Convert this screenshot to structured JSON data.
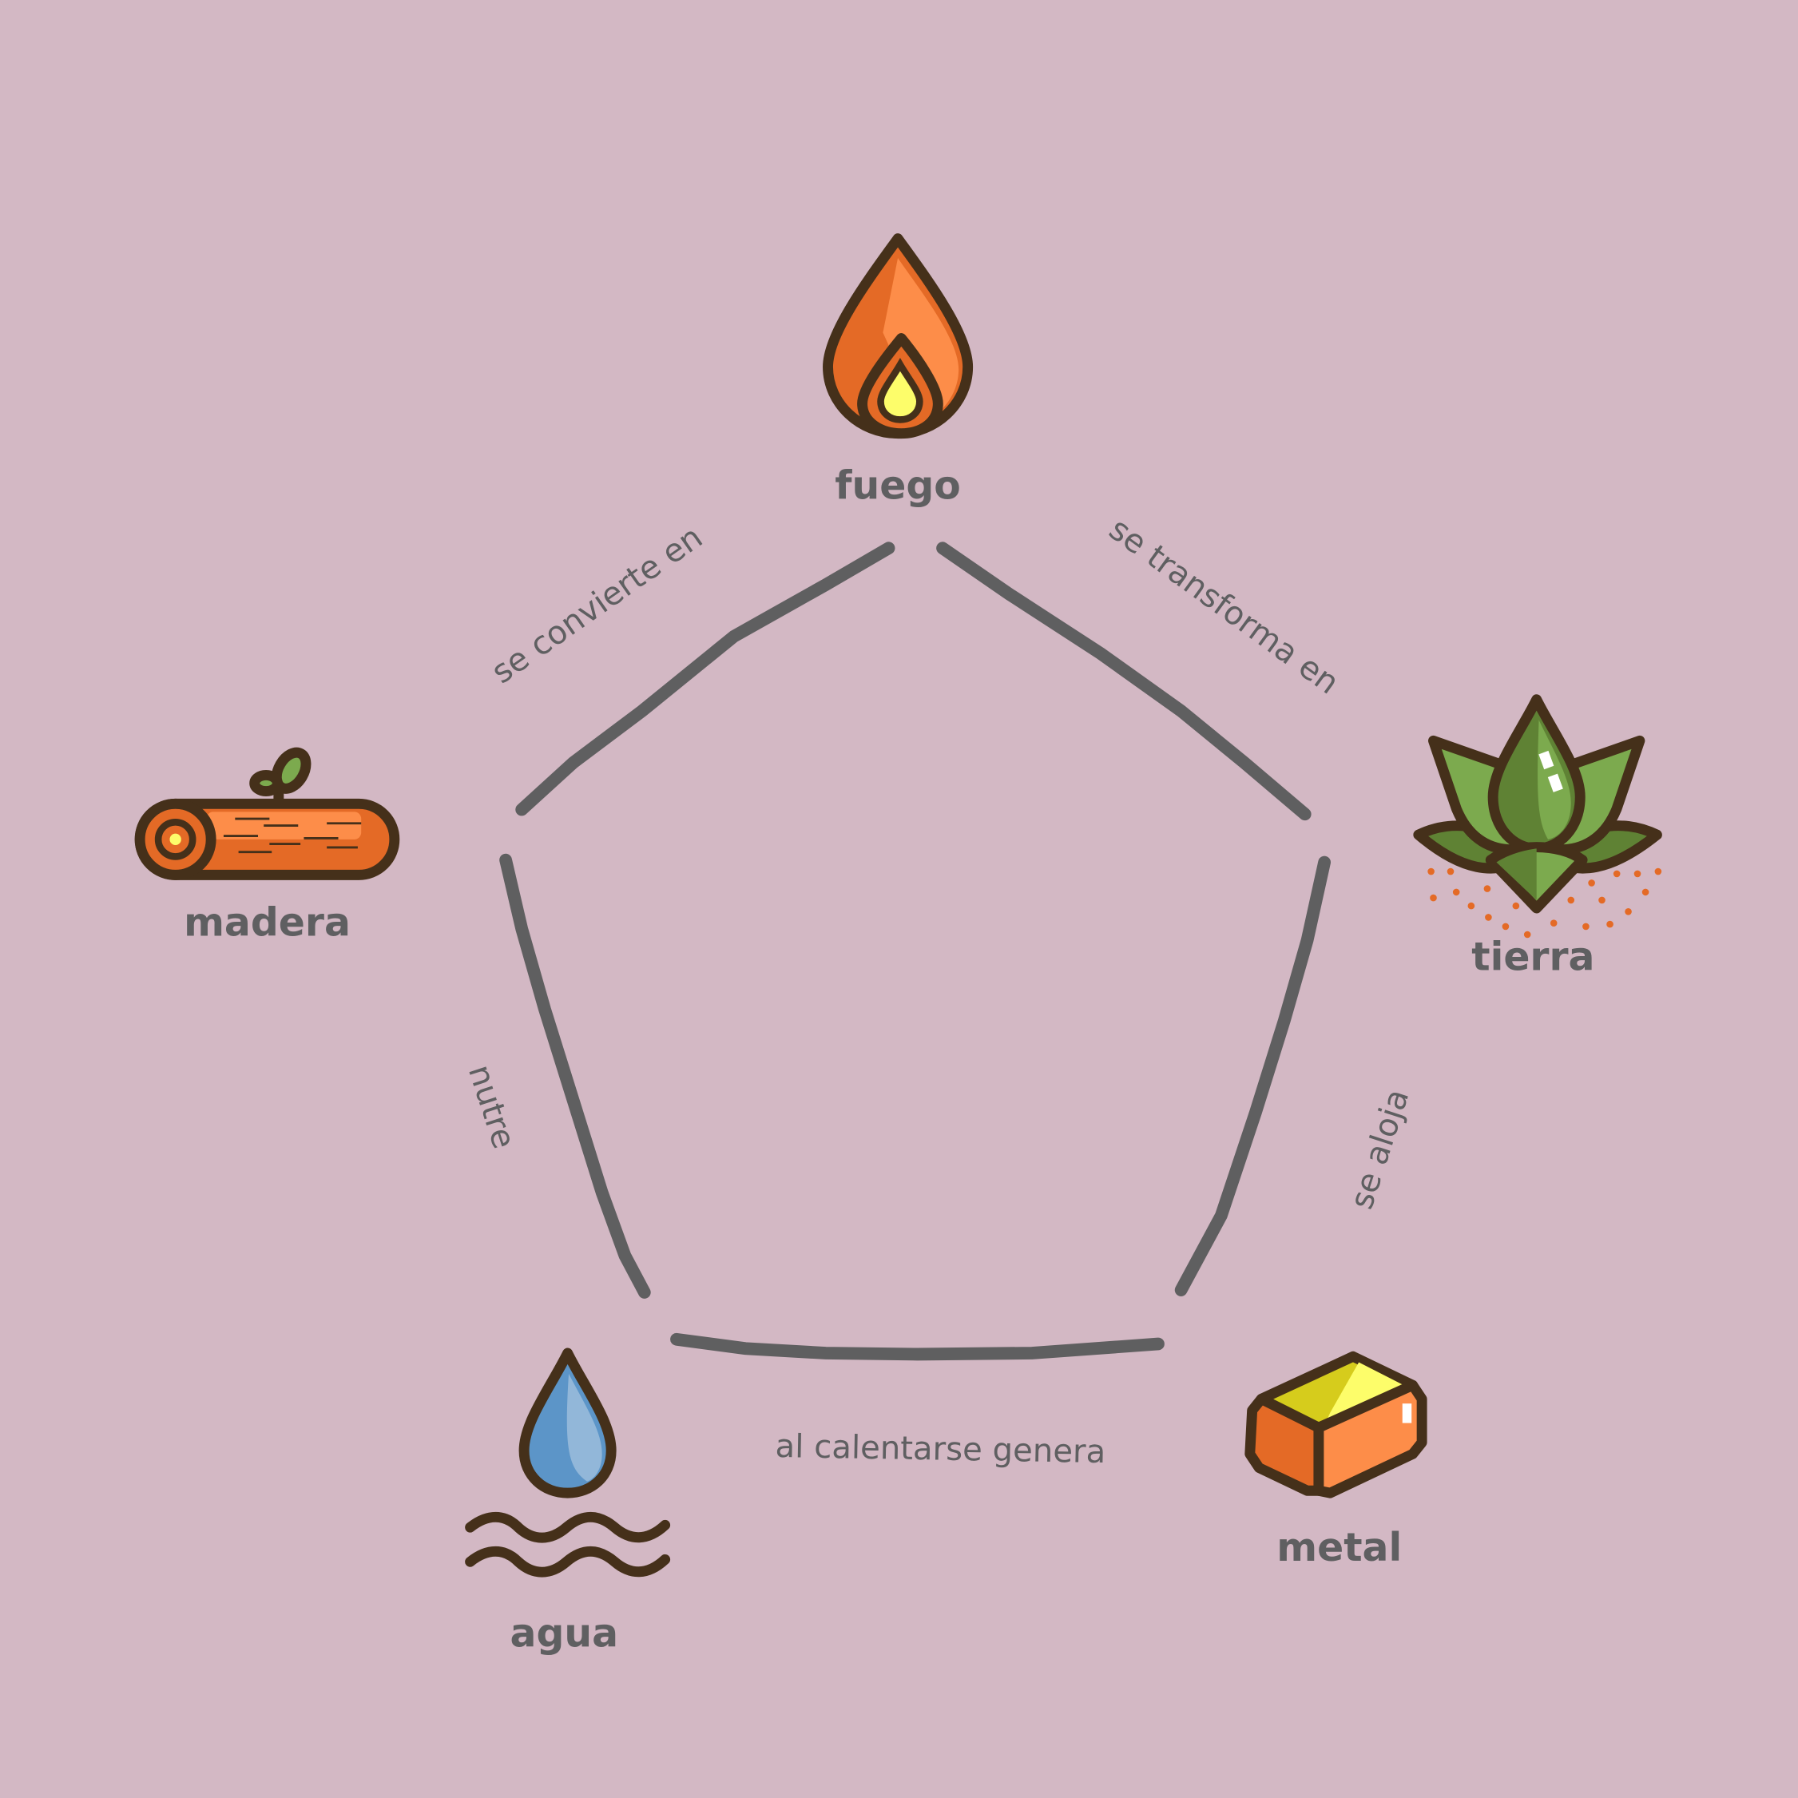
{
  "elements": {
    "fuego": "fuego",
    "tierra": "tierra",
    "metal": "metal",
    "agua": "agua",
    "madera": "madera"
  },
  "relations": {
    "madera_fuego": "se convierte en",
    "fuego_tierra": "se transforma en",
    "tierra_metal": "se aloja",
    "metal_agua": "al calentarse genera",
    "agua_madera": "nutre"
  },
  "colors": {
    "background": "#d3b8c4",
    "text": "#5f5f61",
    "outline": "#45301a",
    "orange": "#e46a26",
    "light_orange": "#fd8d49",
    "yellow": "#fdfd6a",
    "green": "#5f8234",
    "light_green": "#7caa4e",
    "blue": "#5c95c8"
  }
}
